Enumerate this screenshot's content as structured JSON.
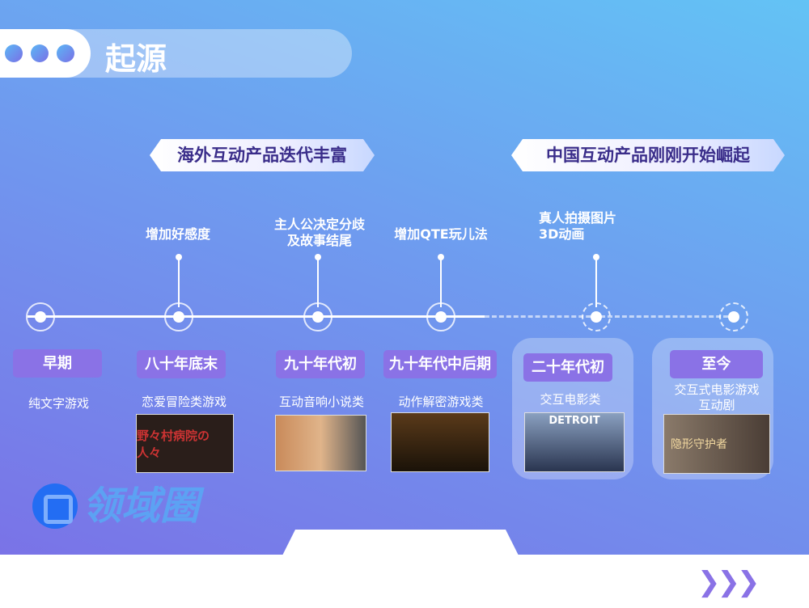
{
  "title": "起源",
  "banners": [
    "海外互动产品迭代丰富",
    "中国互动产品刚刚开始崛起"
  ],
  "annotations": [
    "增加好感度",
    "主人公决定分歧\n及故事结尾",
    "增加QTE玩儿法",
    "真人拍摄图片\n3D动画"
  ],
  "periods": [
    {
      "tag": "早期",
      "desc": "纯文字游戏"
    },
    {
      "tag": "八十年底末",
      "desc": "恋爱冒险类游戏",
      "image": "野々村病院の人々"
    },
    {
      "tag": "九十年代初",
      "desc": "互动音响小说类"
    },
    {
      "tag": "九十年代中后期",
      "desc": "动作解密游戏类"
    },
    {
      "tag": "二十年代初",
      "desc": "交互电影类",
      "image": "DETROIT"
    },
    {
      "tag": "至今",
      "desc": "交互式电影游戏\n互动剧",
      "image": "隐形守护者"
    }
  ],
  "watermark": "领域圈",
  "nav_arrows": "❯❯❯"
}
